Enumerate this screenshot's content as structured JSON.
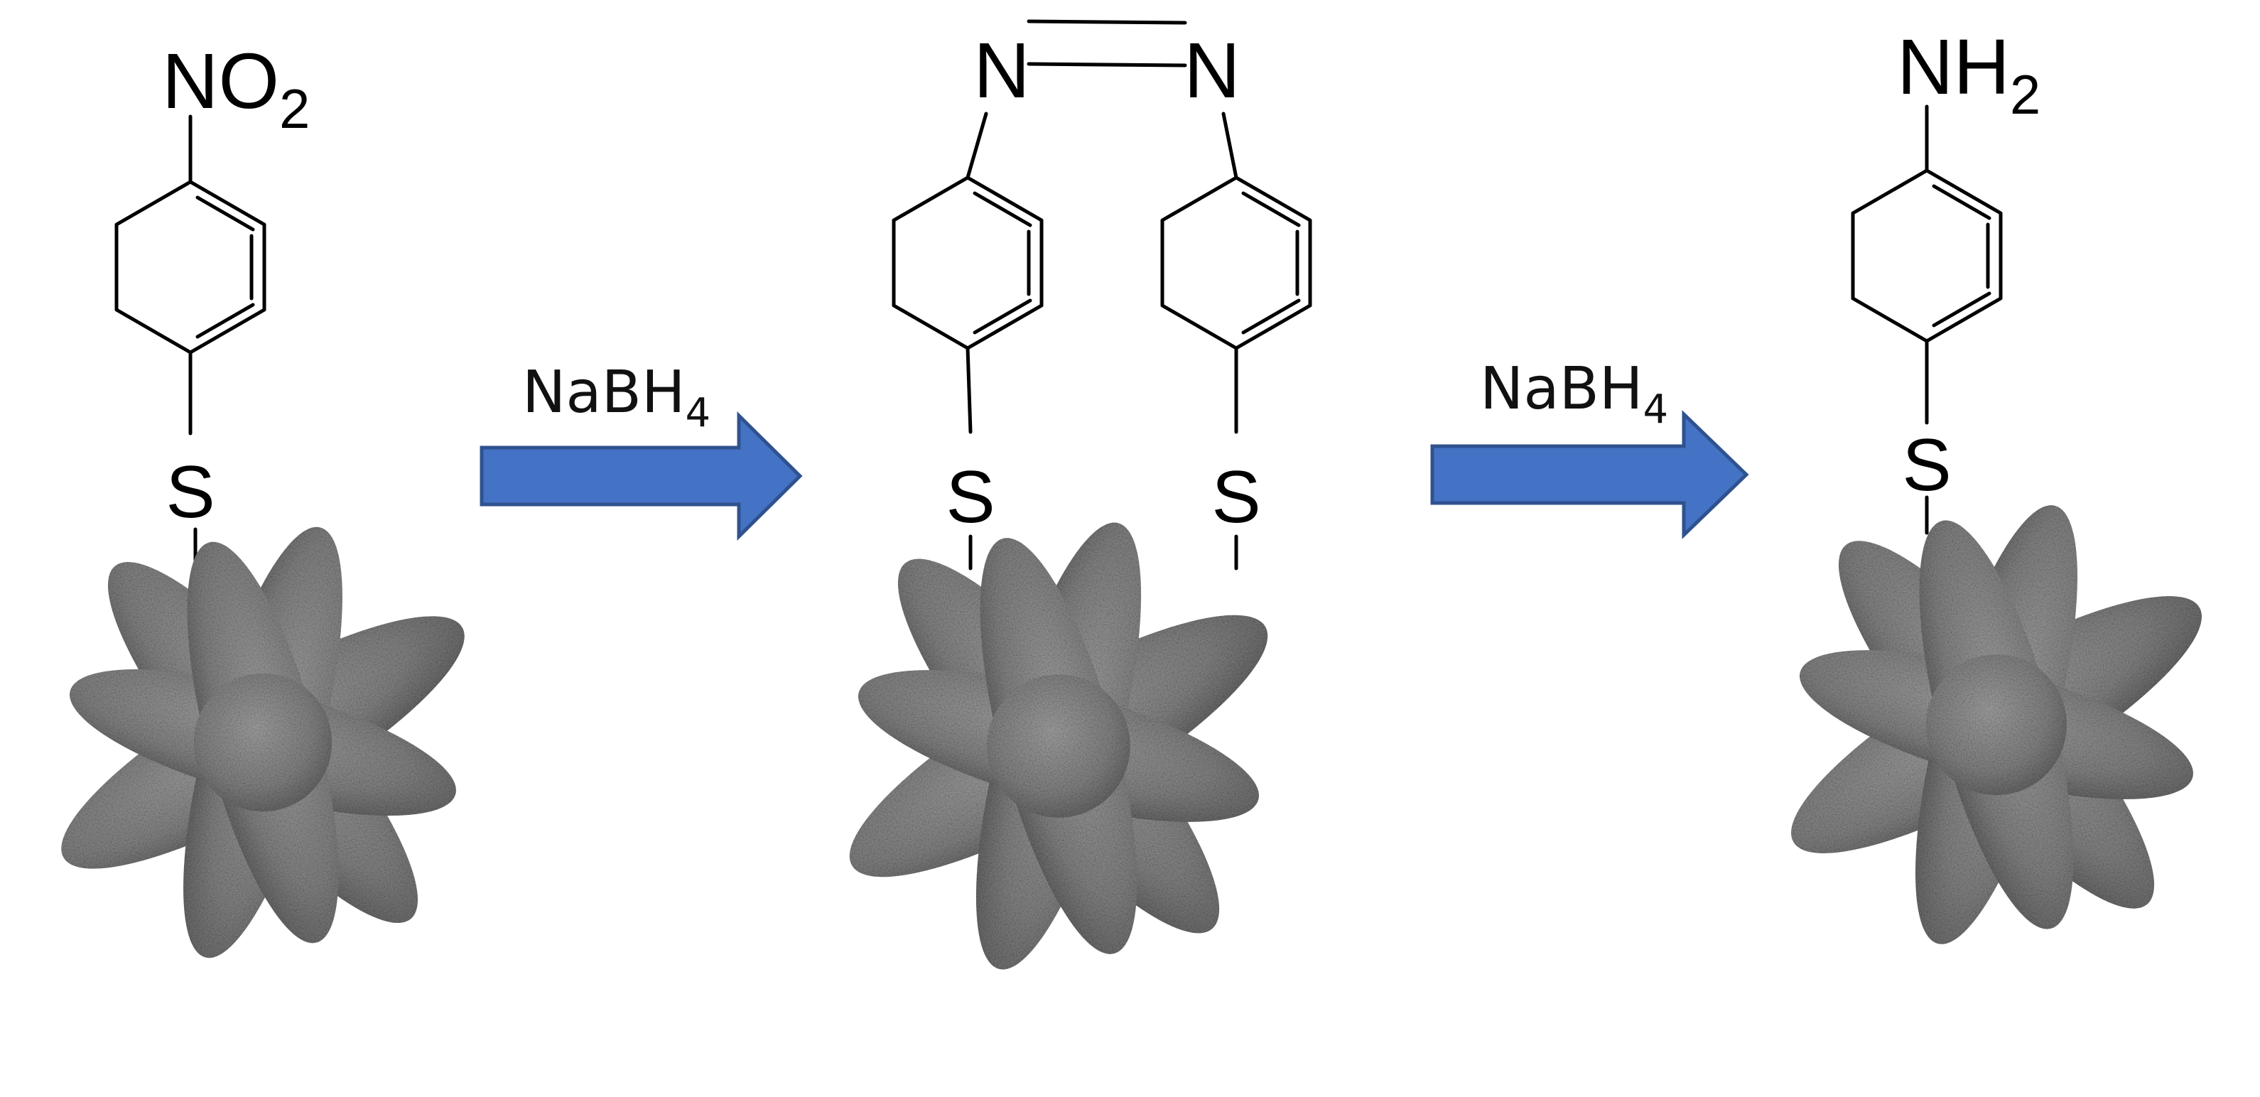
{
  "reaction": {
    "step1": {
      "reagent": "NaBH",
      "subscript": "4"
    },
    "step2": {
      "reagent": "NaBH",
      "subscript": "4"
    }
  },
  "structures": {
    "start": {
      "group": "NO",
      "group_sub": "2",
      "linker": "S"
    },
    "middle": {
      "atom_left": "N",
      "atom_right": "N",
      "linker_left": "S",
      "linker_right": "S"
    },
    "product": {
      "group": "NH",
      "group_sub": "2",
      "linker": "S"
    }
  },
  "colors": {
    "arrow_fill": "#4472C4",
    "arrow_stroke": "#2F528F",
    "particle": "#8c8c8c"
  },
  "icons": {
    "arrow": "right-block-arrow",
    "particle": "starfish-nanoparticle"
  }
}
